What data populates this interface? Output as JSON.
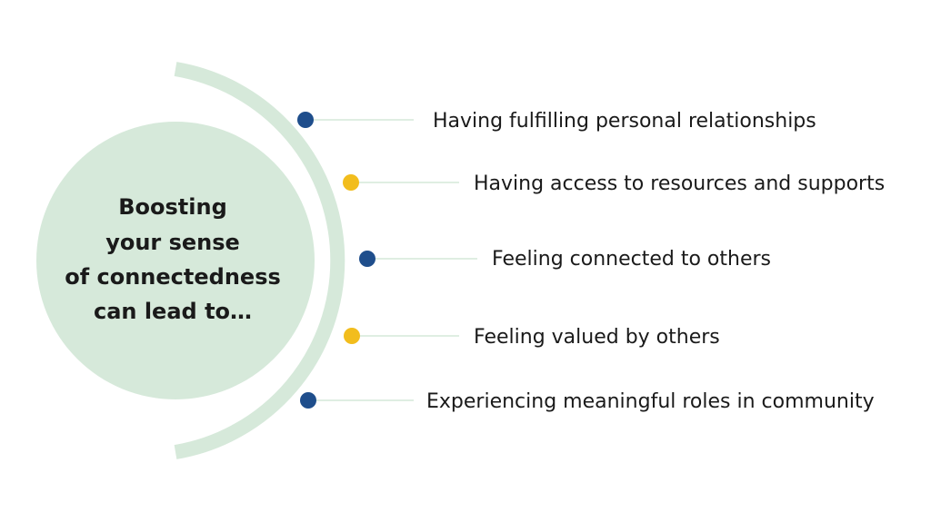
{
  "center": {
    "lines": [
      "Boosting",
      "your sense",
      "of connectedness",
      "can lead to…"
    ]
  },
  "items": [
    {
      "label": "Having fulfilling personal relationships",
      "dot_color": "#1f4e8c"
    },
    {
      "label": "Having access to resources and supports",
      "dot_color": "#f2bd1d"
    },
    {
      "label": "Feeling connected to others",
      "dot_color": "#1f4e8c"
    },
    {
      "label": "Feeling valued by others",
      "dot_color": "#f2bd1d"
    },
    {
      "label": "Experiencing meaningful roles in community",
      "dot_color": "#1f4e8c"
    }
  ],
  "colors": {
    "circle": "#d6e9da",
    "arc": "#d6e9da",
    "connector": "#dfeee2",
    "text": "#1a1a1a"
  }
}
